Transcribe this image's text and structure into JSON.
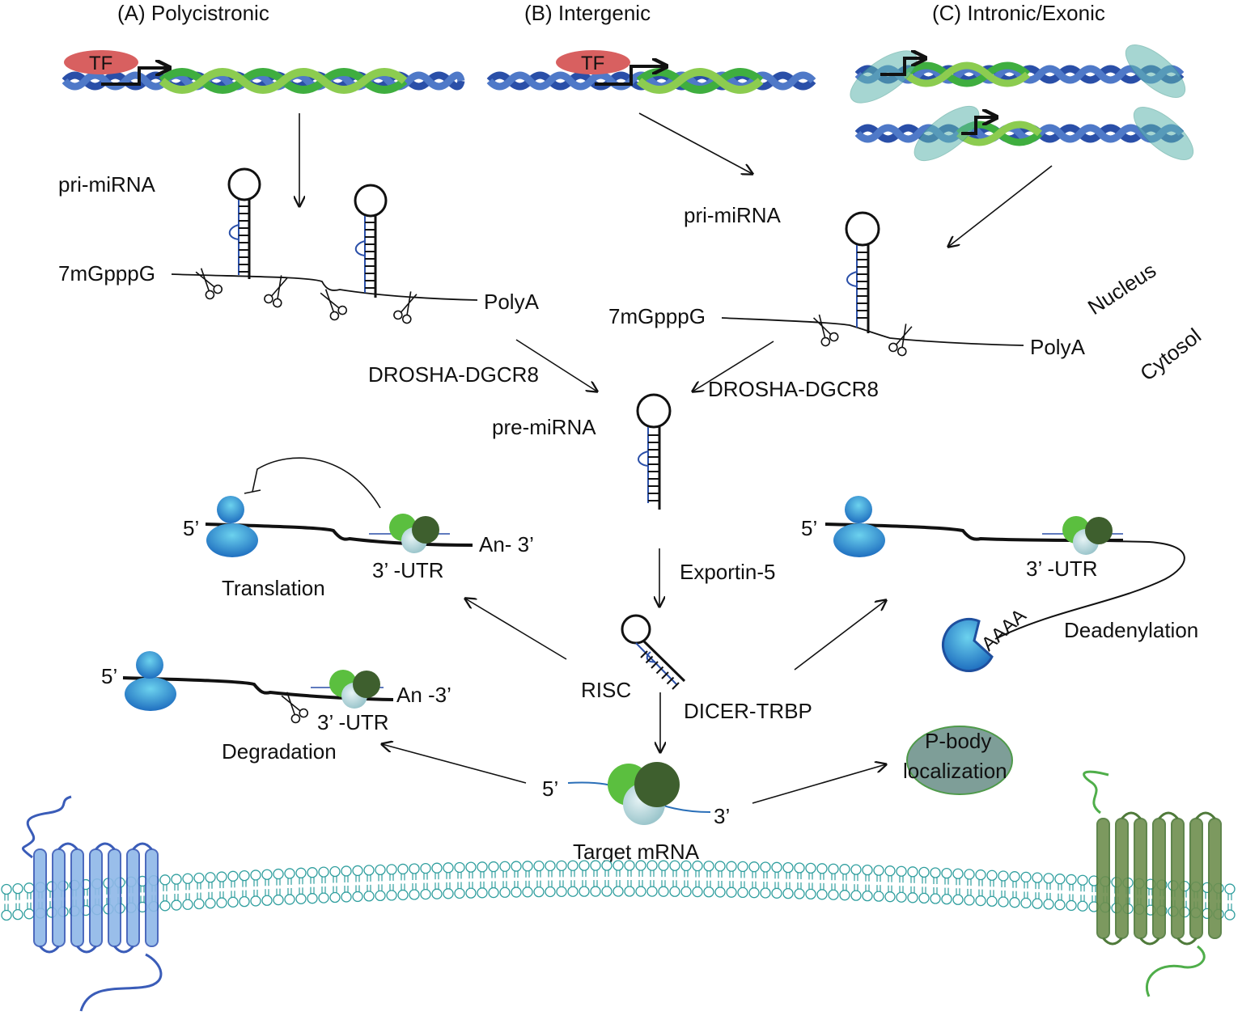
{
  "headers": {
    "a": "(A) Polycistronic",
    "b": "(B) Intergenic",
    "c": "(C) Intronic/Exonic"
  },
  "tf_label": "TF",
  "pri_mirna": "pri-miRNA",
  "cap": "7mGpppG",
  "polya": "PolyA",
  "drosha": "DROSHA-DGCR8",
  "pre_mirna": "pre-miRNA",
  "nucleus": "Nucleus",
  "cytosol": "Cytosol",
  "exportin": "Exportin-5",
  "risc": "RISC",
  "dicer": "DICER-TRBP",
  "five_prime": "5’",
  "three_prime": "3’",
  "an_3_translation": "An- 3’",
  "an_3_degradation": "An -3’",
  "utr": "3’ -UTR",
  "translation": "Translation",
  "degradation": "Degradation",
  "deadenylation": "Deadenylation",
  "aaaa": "AAAA",
  "pbody_line1": "P-body",
  "pbody_line2": "localization",
  "target_mrna": "Target mRNA",
  "colors": {
    "dna_blue": "#2a4fa8",
    "dna_green": "#3fae3f",
    "tf_red": "#d86060",
    "risc_light_green": "#5bbf3f",
    "risc_dark_green": "#3e5f2e",
    "risc_pale": "#a9cfd6",
    "ribosome_blue": "#2e90d0",
    "membrane": "#2f9e9e",
    "receptor_blue": "#8fb8e8",
    "receptor_green": "#6e8f4e",
    "pbody": "#7e9e98"
  }
}
